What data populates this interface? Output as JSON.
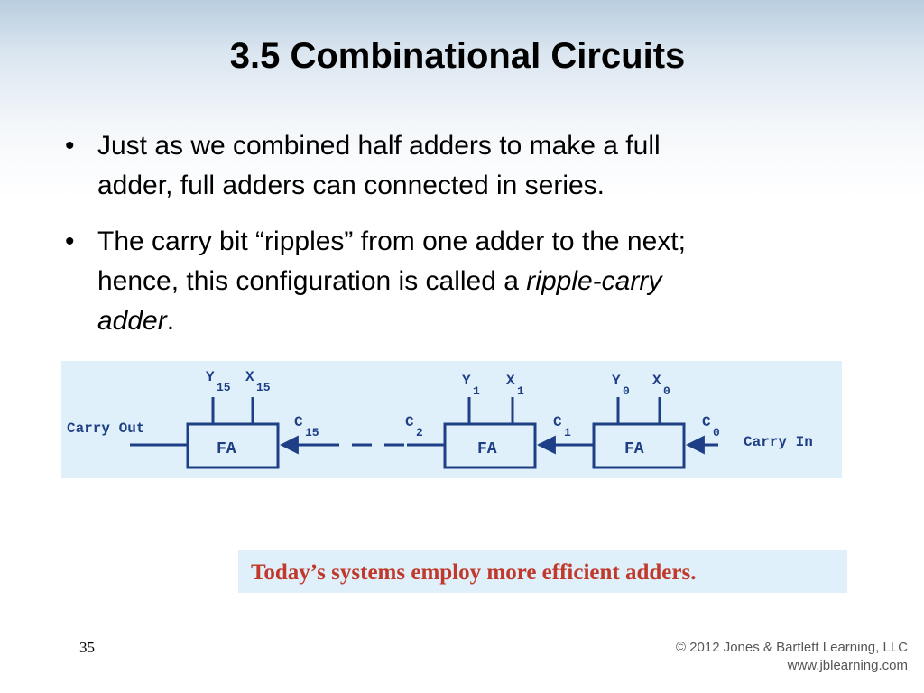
{
  "slide": {
    "title": "3.5 Combinational Circuits",
    "bullets": [
      {
        "marker": "•",
        "line1": "Just as we combined half adders to make a full",
        "line2": "adder, full adders can connected in series."
      },
      {
        "marker": "•",
        "line1": "The carry bit “ripples” from one adder to the next;",
        "line2_prefix": "hence, this configuration is called a ",
        "line2_italic": "ripple-carry",
        "line3_italic": "adder",
        "line3_suffix": "."
      }
    ]
  },
  "diagram": {
    "carry_out_label": "Carry Out",
    "carry_in_label": "Carry In",
    "adders": [
      {
        "label": "FA",
        "y": "Y",
        "y_sub": "15",
        "x": "X",
        "x_sub": "15",
        "c": "C",
        "c_sub": "15"
      },
      {
        "label": "FA",
        "y": "Y",
        "y_sub": "1",
        "x": "X",
        "x_sub": "1",
        "c": "C",
        "c_sub": "1",
        "c_left": "C",
        "c_left_sub": "2"
      },
      {
        "label": "FA",
        "y": "Y",
        "y_sub": "0",
        "x": "X",
        "x_sub": "0",
        "c": "C",
        "c_sub": "0"
      }
    ],
    "colors": {
      "line": "#1e3f86",
      "panel": "#e0f0fb"
    }
  },
  "note": "Today’s systems employ more efficient adders.",
  "footer": {
    "page_number": "35",
    "copyright_line1": "© 2012 Jones & Bartlett Learning, LLC",
    "copyright_line2": "www.jblearning.com"
  }
}
